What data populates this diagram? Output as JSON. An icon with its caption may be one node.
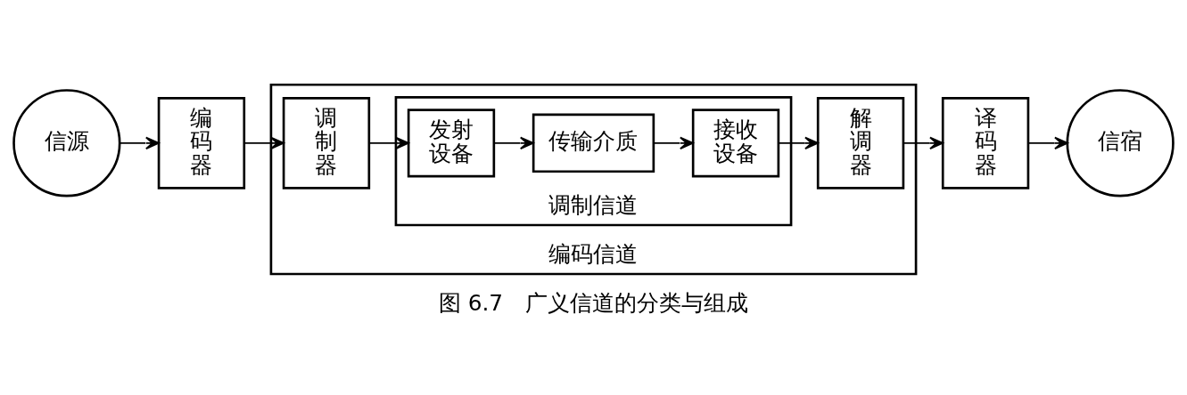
{
  "diagram": {
    "caption": "图 6.7　广义信道的分类与组成",
    "nodes": [
      {
        "text": [
          "信源"
        ]
      },
      {
        "text": [
          "编码器"
        ]
      },
      {
        "text": [
          "编码信道"
        ]
      },
      {
        "text": [
          "调制器"
        ],
        "in": 2
      },
      {
        "text": [
          "调制信道"
        ],
        "in": 2
      },
      {
        "text": [
          "发射设备"
        ],
        "in": 4
      },
      {
        "text": [
          "传输介质"
        ],
        "in": 4
      },
      {
        "text": [
          "接收设备"
        ],
        "in": 4
      },
      {
        "text": [
          "解调器"
        ],
        "in": 2
      },
      {
        "text": [
          "译码器"
        ]
      },
      {
        "text": [
          "信宿"
        ]
      }
    ],
    "edges": [
      {
        "from": 0,
        "to": 1,
        "arrow": "to"
      },
      {
        "from": 1,
        "to": 3,
        "arrow": "to"
      },
      {
        "from": 3,
        "to": 5,
        "arrow": "to"
      },
      {
        "from": 5,
        "to": 6,
        "arrow": "to"
      },
      {
        "from": 6,
        "to": 7,
        "arrow": "to"
      },
      {
        "from": 7,
        "to": 8,
        "arrow": "to"
      },
      {
        "from": 8,
        "to": 9,
        "arrow": "to"
      },
      {
        "from": 9,
        "to": 10,
        "arrow": "to"
      }
    ]
  }
}
